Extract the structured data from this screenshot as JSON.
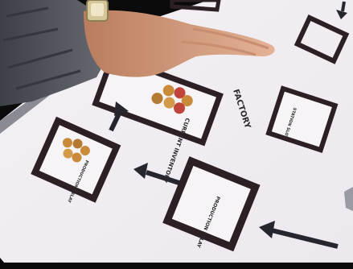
{
  "board": {
    "factory_label": "FACTORY",
    "production_delay_label": "PRODUCTION DELAY",
    "station_label": "STATION SLOT",
    "inventory_label": "CURRENT INVENTORY"
  },
  "colors": {
    "board": "#f1eef2",
    "box_frame": "#2c2024",
    "arrow": "#26262e",
    "hand": "#d9a07e",
    "sleeve": "#54565e",
    "coin": "#c98a3a",
    "coin_red": "#c0443a"
  }
}
